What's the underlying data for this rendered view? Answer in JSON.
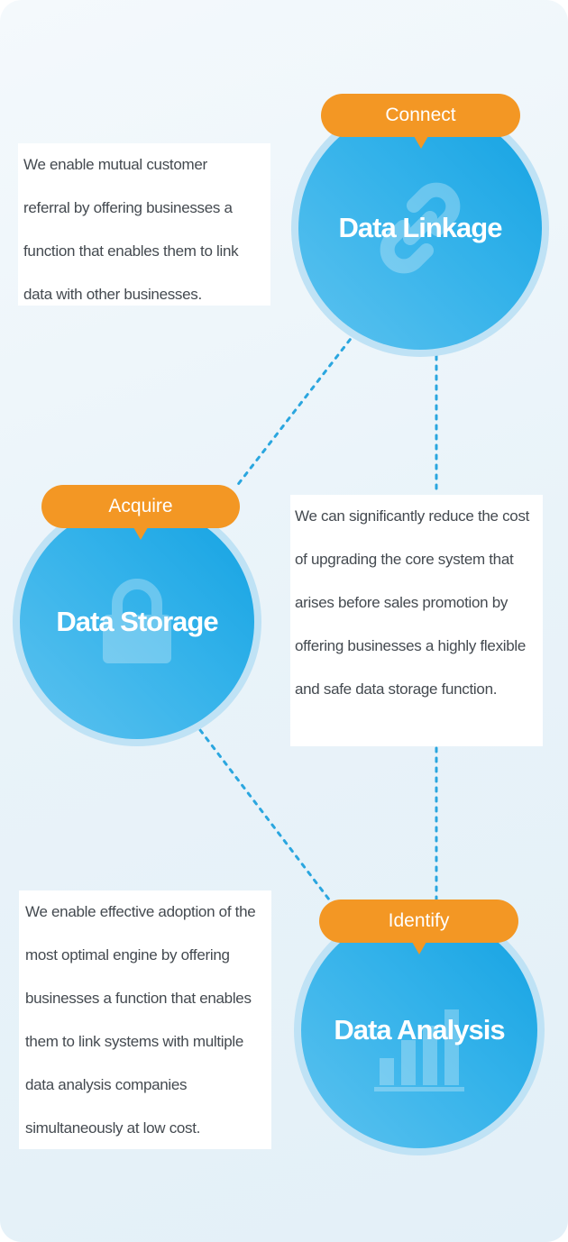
{
  "colors": {
    "accent_blue": "#1aa5e4",
    "tag_orange": "#f39724",
    "connector": "#2aa6df",
    "text": "#444a50"
  },
  "nodes": {
    "linkage": {
      "tag": "Connect",
      "title": "Data Linkage",
      "icon": "chain-link-icon",
      "description": [
        "We enable mutual customer",
        "referral by offering businesses a",
        "function that enables them to link",
        "data with other businesses."
      ]
    },
    "storage": {
      "tag": "Acquire",
      "title": "Data Storage",
      "icon": "padlock-icon",
      "description": [
        "We can significantly reduce the cost",
        "of upgrading the core system that",
        "arises before sales promotion by",
        "offering businesses a highly flexible",
        "and safe data storage function."
      ]
    },
    "analysis": {
      "tag": "Identify",
      "title": "Data Analysis",
      "icon": "bar-chart-icon",
      "description": [
        "We enable effective adoption of the",
        "most optimal engine by offering",
        "businesses a function that enables",
        "them to link systems with multiple",
        "data analysis companies",
        "simultaneously at low cost."
      ]
    }
  }
}
